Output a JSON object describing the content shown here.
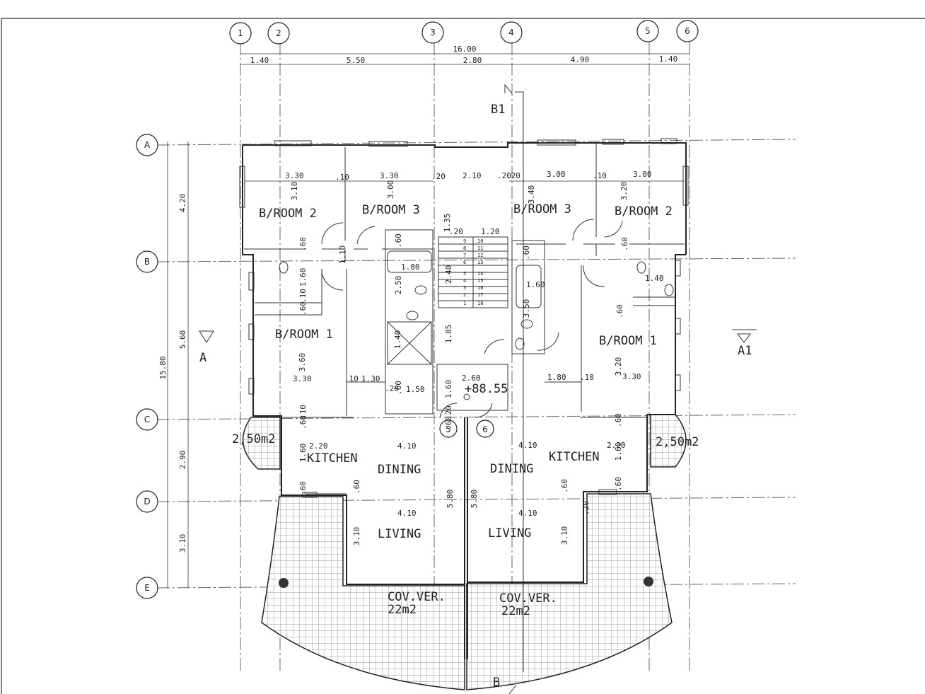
{
  "grid_columns": [
    "1",
    "2",
    "3",
    "4",
    "5",
    "6"
  ],
  "grid_rows": [
    "A",
    "B",
    "C",
    "D",
    "E"
  ],
  "dims_top": {
    "overall": "16.00",
    "segments": [
      "1.40",
      "5.50",
      "2.80",
      "4.90",
      "1.40"
    ]
  },
  "dims_left": {
    "overall": "15.80",
    "segments": [
      "4.20",
      "5.60",
      "2.90",
      "3.10"
    ]
  },
  "section_marks": {
    "b1": "B1",
    "a": "A",
    "a1": "A1",
    "b": "B"
  },
  "rooms": {
    "bedroom2_left": "B/ROOM 2",
    "bedroom3_left": "B/ROOM 3",
    "bedroom3_right": "B/ROOM 3",
    "bedroom2_right": "B/ROOM 2",
    "bedroom1_left": "B/ROOM 1",
    "bedroom1_right": "B/ROOM 1",
    "kitchen_left": "KITCHEN",
    "dining_left": "DINING",
    "dining_right": "DINING",
    "kitchen_right": "KITCHEN",
    "living_left": "LIVING",
    "living_right": "LIVING",
    "veranda_left": "COV.VER.",
    "veranda_left_area": "22m2",
    "veranda_right": "COV.VER.",
    "veranda_right_area": "22m2",
    "planter_left": "2,50m2",
    "planter_right": "2,50m2"
  },
  "level": "+88.55",
  "internal_grid": [
    "5",
    "6"
  ],
  "inner_dims": {
    "d1": "3.30",
    "d2": ".10",
    "d3": "3.30",
    "d4": ".20",
    "d5": "2.10",
    "d6": ".20",
    "d7": ".20",
    "d8": "3.00",
    "d9": ".10",
    "d10": "3.00",
    "d11": "3.10",
    "d12": "3.00",
    "d13": "3.40",
    "d14": "3.20",
    "d15": "1.35",
    "d16": ".20",
    "d17": "1.20",
    "d18": ".60",
    "d19": ".60",
    "d20": ".60",
    "d21": ".60",
    "d22": "1.10",
    "d23": "1.80",
    "d24": "2.50",
    "d25": "2.40",
    "d26": "1.60",
    "d27": "1.60",
    "d28": "1.40",
    "d29": ".60",
    "d30": ".10",
    "d31": "1.40",
    "d32": "1.85",
    "d33": "3.50",
    "d34": ".60",
    "d35": "3.60",
    "d36": "3.30",
    "d37": ".10",
    "d38": "1.30",
    "d39": ".20",
    "d40": ".60",
    "d41": "1.50",
    "d42": "2.60",
    "d43": "1.60",
    "d44": "1.80",
    "d45": ".10",
    "d46": "3.20",
    "d47": "3.30",
    "d48": ".60",
    "d49": ".10",
    "d50": "2.20",
    "d51": "4.10",
    "d52": "1.60",
    "d53": ".60",
    "d54": ".20",
    "d55": "4.10",
    "d56": ".60",
    "d57": "2.20",
    "d58": "1.60",
    "d59": ".60",
    "d60": ".60",
    "d61": "5.80",
    "d62": "5.80",
    "d63": "4.10",
    "d64": "4.10",
    "d65": "3.10",
    "d66": "3.10",
    "d67": ".20",
    "d68": ".60",
    "d69": ".60"
  },
  "stairs_steps": [
    "10",
    "11",
    "12",
    "13",
    "14",
    "15",
    "16",
    "17",
    "18",
    "9",
    "8",
    "7",
    "6",
    "5",
    "4",
    "3",
    "2",
    "1"
  ]
}
